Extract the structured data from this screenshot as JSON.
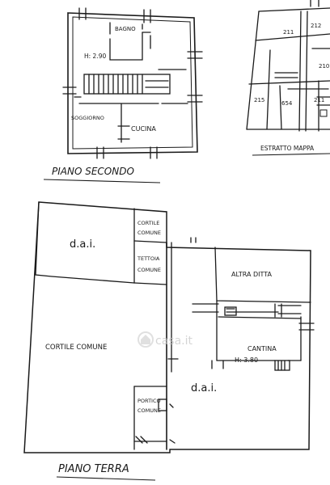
{
  "plan": {
    "upper": {
      "title": "PIANO SECONDO",
      "rooms": {
        "bagno": "BAGNO",
        "height": "H: 2.90",
        "soggiorno": "SOGGIORNO",
        "cucina": "CUCINA"
      }
    },
    "map_extract": {
      "caption": "ESTRATTO MAPPA",
      "parcels": [
        "211",
        "212",
        "210",
        "215",
        "654",
        "211"
      ]
    },
    "ground": {
      "title": "PIANO TERRA",
      "rooms": {
        "dai_top": "d.a.i.",
        "cortile_comune_small_1": "CORTILE",
        "cortile_comune_small_2": "COMUNE",
        "tettoia_1": "TETTOIA",
        "tettoia_2": "COMUNE",
        "altra_ditta": "ALTRA DITTA",
        "cortile_comune": "CORTILE COMUNE",
        "cantina": "CANTINA",
        "cantina_height": "H: 3.80",
        "dai_bottom": "d.a.i.",
        "portico_1": "PORTICO",
        "portico_2": "COMUNE"
      }
    },
    "watermark": "casa.it"
  },
  "colors": {
    "ink": "#1a1a1a",
    "watermark": "#c8c8c8"
  }
}
